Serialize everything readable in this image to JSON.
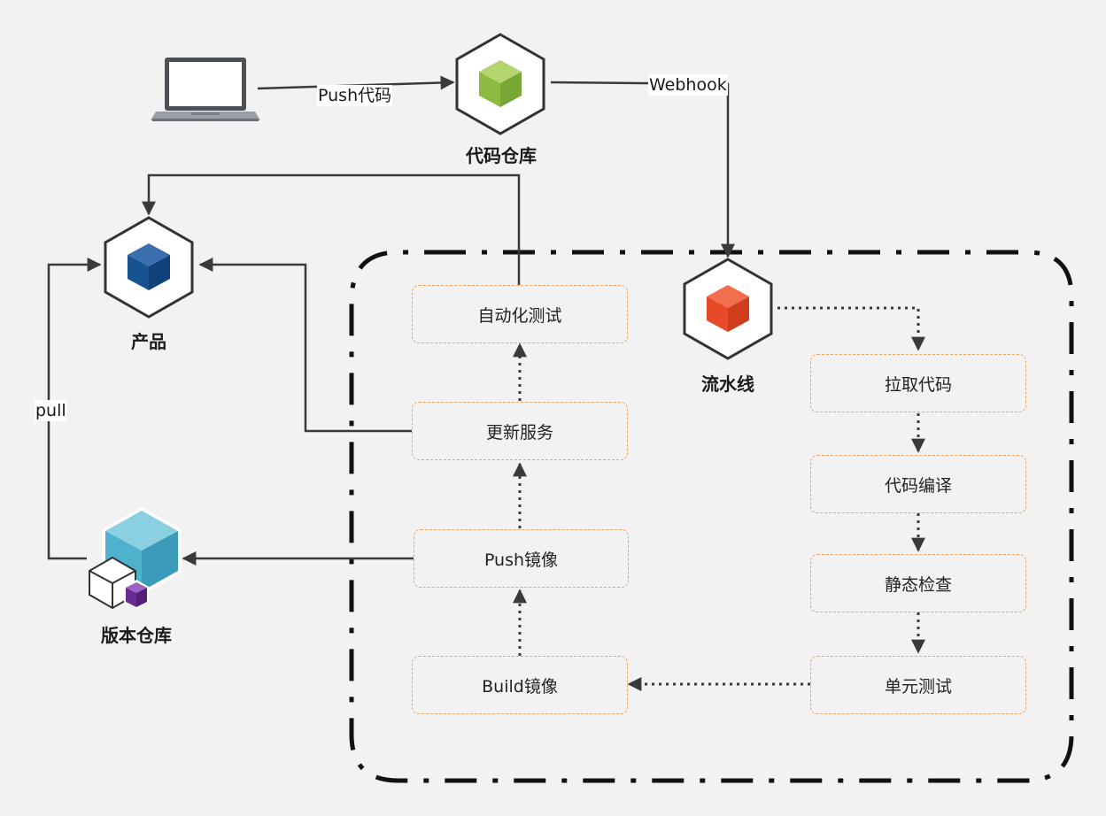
{
  "nodes": {
    "code_repo": "代码仓库",
    "product": "产品",
    "pipeline": "流水线",
    "version_repo": "版本仓库"
  },
  "edges": {
    "push_code": "Push代码",
    "webhook": "Webhook",
    "pull": "pull"
  },
  "steps": {
    "auto_test": "自动化测试",
    "update_service": "更新服务",
    "push_image": "Push镜像",
    "build_image": "Build镜像",
    "pull_code": "拉取代码",
    "compile_code": "代码编译",
    "static_check": "静态检查",
    "unit_test": "单元测试"
  },
  "colors": {
    "code_repo_cube": "#8cbc3f",
    "product_cube": "#16538f",
    "pipeline_cube": "#e84a27",
    "version_repo_cube": "#4fb2cd",
    "version_small_cube": "#6a2c91",
    "step_border": "#f0a35a"
  }
}
